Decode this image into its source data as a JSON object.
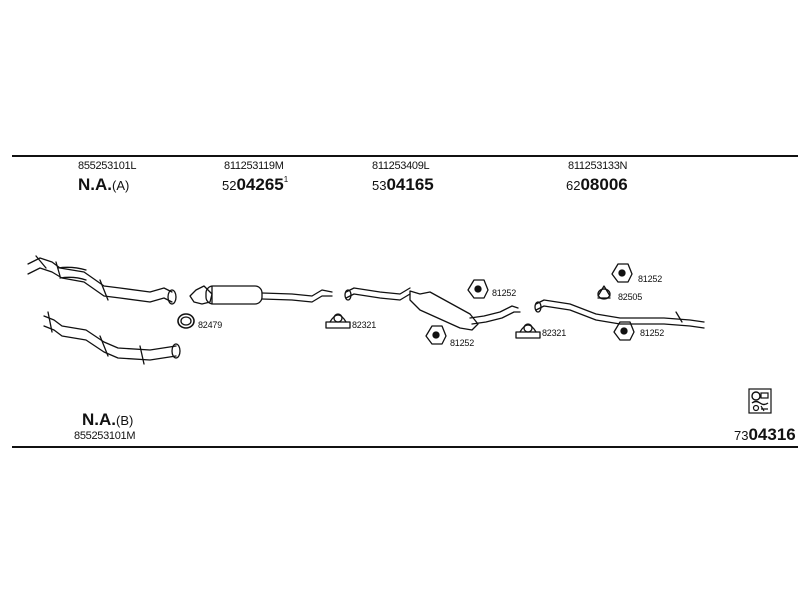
{
  "columns": [
    {
      "part_no": "855253101L",
      "ref_prefix": "",
      "ref_main": "N.A.",
      "ref_suffix": "(A)"
    },
    {
      "part_no": "811253119M",
      "ref_prefix": "52",
      "ref_main": "04265",
      "ref_suffix": "1"
    },
    {
      "part_no": "811253409L",
      "ref_prefix": "53",
      "ref_main": "04165",
      "ref_suffix": ""
    },
    {
      "part_no": "811253133N",
      "ref_prefix": "62",
      "ref_main": "08006",
      "ref_suffix": ""
    }
  ],
  "bottom_left": {
    "ref_main": "N.A.",
    "ref_suffix": "(B)",
    "part_no": "855253101M"
  },
  "bottom_right": {
    "prefix": "73",
    "main": "04316",
    "icon": "fitting-kit-icon"
  },
  "labels": {
    "clamp_ring": "82479",
    "clamp_1": "82321",
    "clamp_2": "82321",
    "hanger_1": "81252",
    "hanger_2": "81252",
    "hanger_3": "81252",
    "hanger_4": "81252",
    "bracket": "82505"
  },
  "colors": {
    "line": "#111111",
    "background": "#ffffff"
  }
}
